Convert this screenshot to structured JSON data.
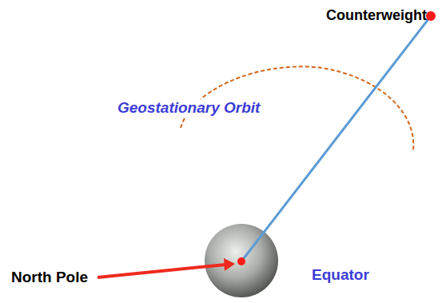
{
  "diagram": {
    "labels": [
      "Counterweight",
      "Geostationary Orbit",
      "North Pole",
      "Equator"
    ]
  }
}
